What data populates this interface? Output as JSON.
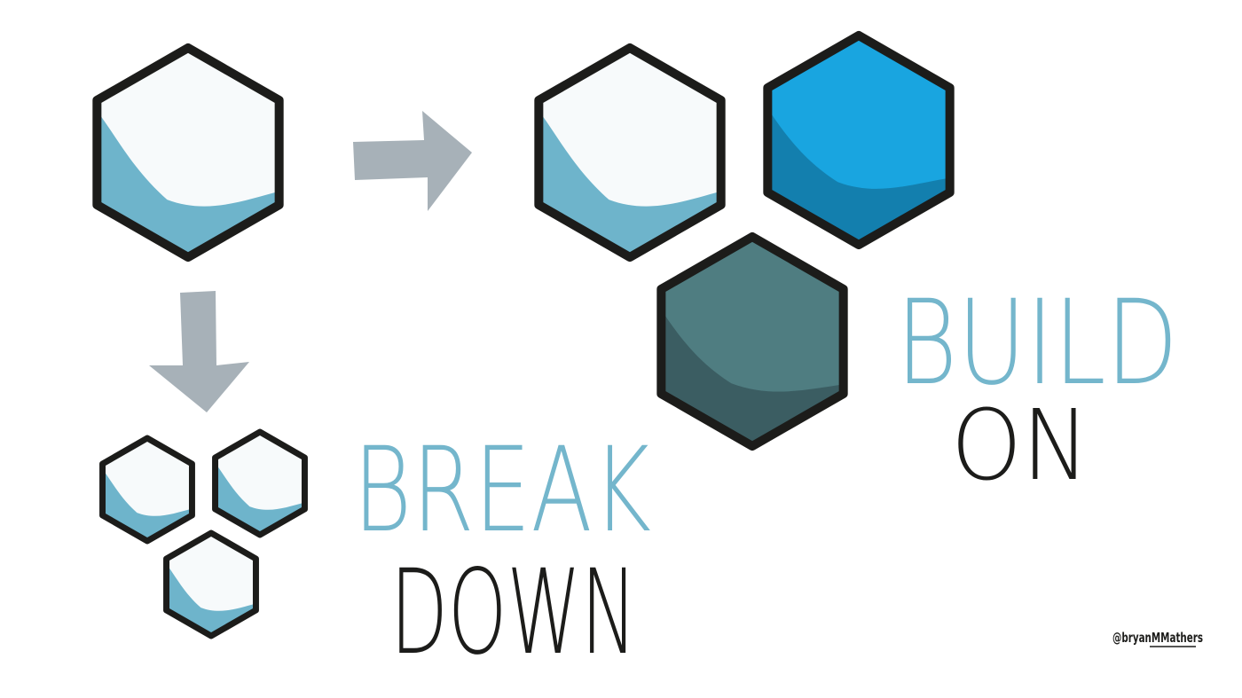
{
  "words": {
    "break": "BREAK",
    "down": "DOWN",
    "build": "BUILD",
    "on": "ON"
  },
  "credit": "@bryanMMathers",
  "colors": {
    "outline": "#1c1c1a",
    "light_fill": "#f7fafb",
    "light_shade": "#6eb4cb",
    "bright_top": "#19a5e0",
    "bright_shade": "#137fae",
    "dark_top": "#4f7d81",
    "dark_shade": "#3b5d62",
    "arrow": "#a7b1b8",
    "accent_text": "#74b6cc",
    "dark_text": "#1c1c1a"
  },
  "icons": {
    "arrows": [
      "arrow-right-icon",
      "arrow-down-icon"
    ]
  }
}
